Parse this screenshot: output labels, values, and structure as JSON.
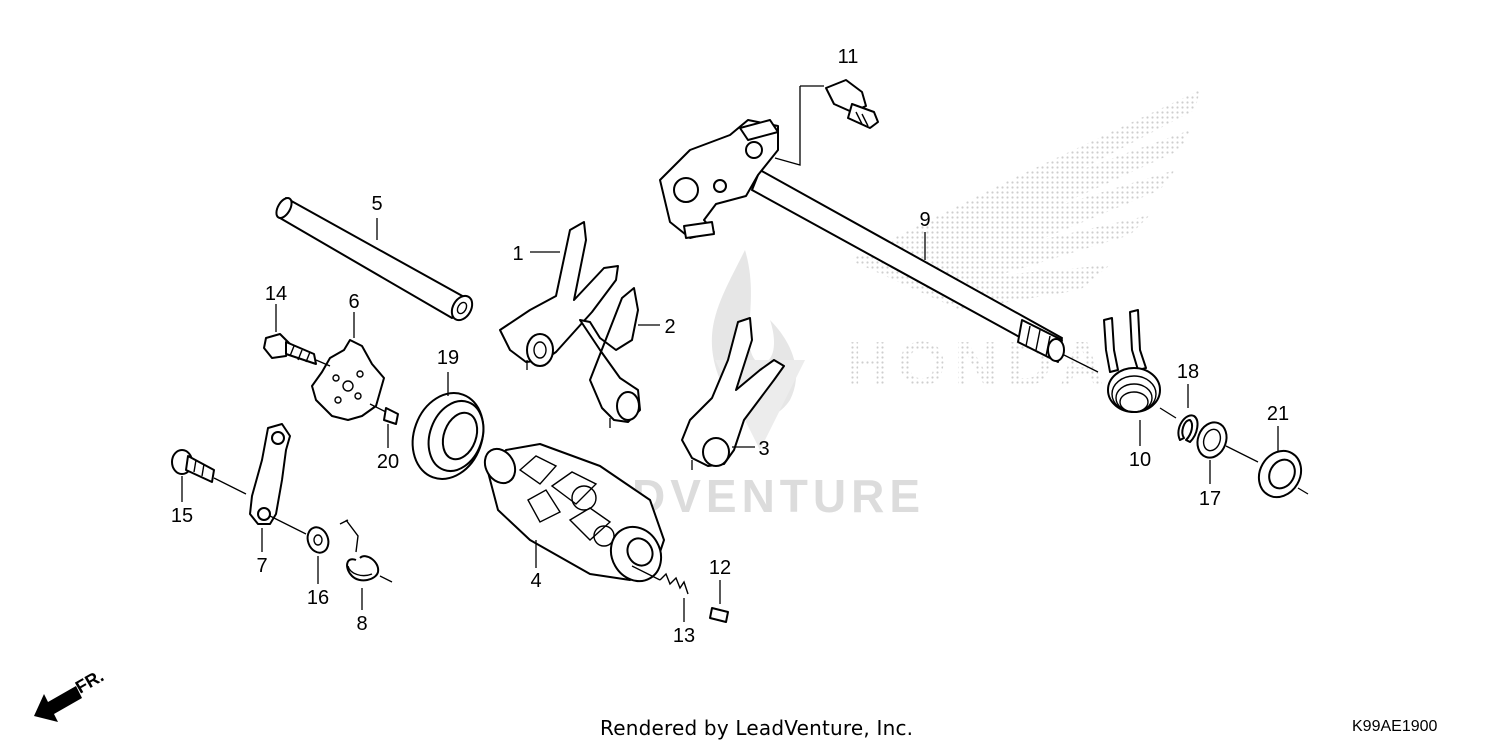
{
  "callouts": [
    "1",
    "2",
    "3",
    "4",
    "5",
    "6",
    "7",
    "8",
    "9",
    "10",
    "11",
    "12",
    "13",
    "14",
    "15",
    "16",
    "17",
    "18",
    "19",
    "20",
    "21"
  ],
  "front_indicator": "FR.",
  "watermark_text": "DVENTURE",
  "footer_credit": "Rendered by LeadVenture, Inc.",
  "diagram_code": "K99AE1900",
  "colors": {
    "line": "#000000",
    "watermark": "#d7d7d7",
    "background": "#ffffff"
  }
}
